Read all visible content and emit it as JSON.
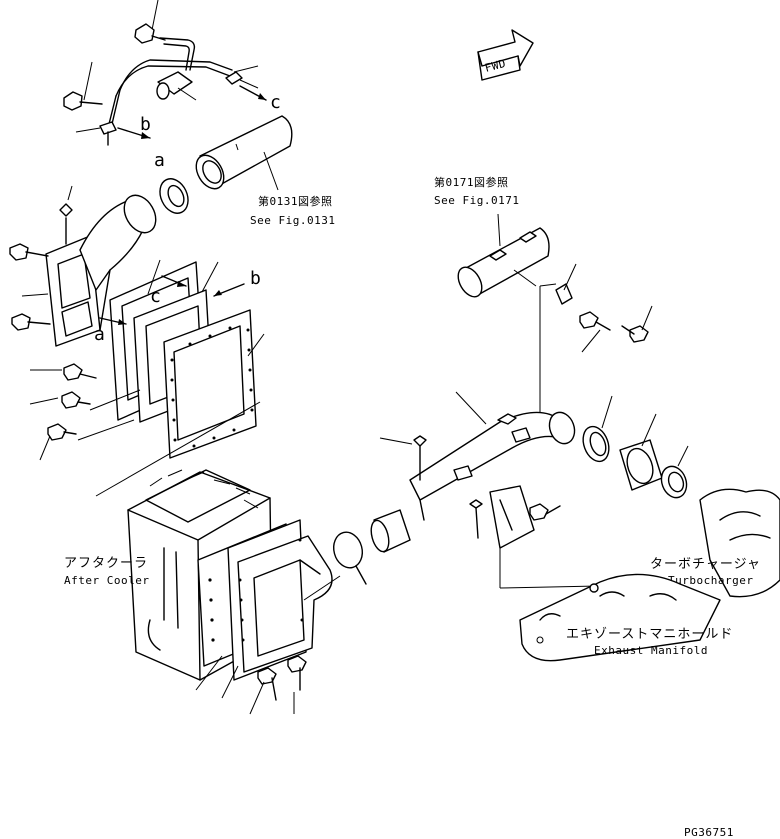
{
  "fwd_label": "FWD",
  "ref_fig_0131": {
    "jp": "第0131図参照",
    "en": "See Fig.0131"
  },
  "ref_fig_0171": {
    "jp": "第0171図参照",
    "en": "See Fig.0171"
  },
  "after_cooler": {
    "jp": "アフタクーラ",
    "en": "After Cooler"
  },
  "turbocharger": {
    "jp": "ターボチャージャ",
    "en": "Turbocharger"
  },
  "exhaust_manifold": {
    "jp": "エキゾーストマニホールド",
    "en": "Exhaust Manifold"
  },
  "callout_a": "a",
  "callout_b": "b",
  "callout_c": "c",
  "figure_code": "PG36751"
}
